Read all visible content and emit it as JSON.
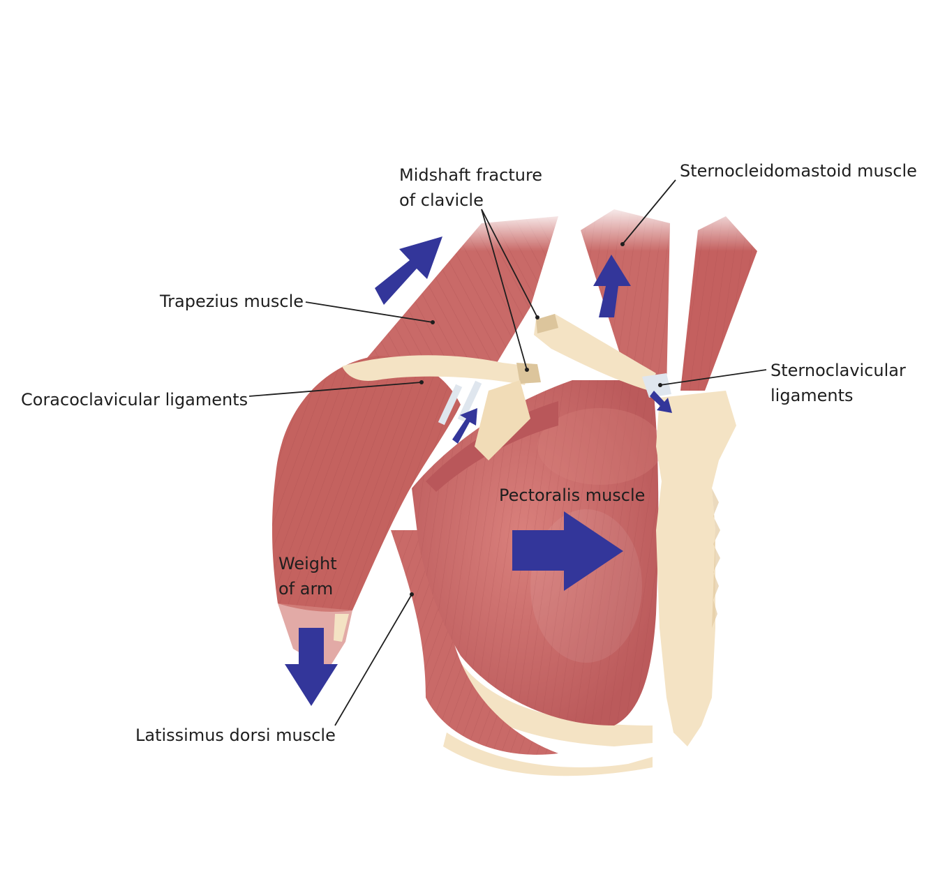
{
  "labels": {
    "midshaft_fracture": [
      "Midshaft fracture",
      "of clavicle"
    ],
    "sternocleidomastoid": "Sternocleidomastoid muscle",
    "trapezius": "Trapezius muscle",
    "coracoclavicular": "Coracoclavicular ligaments",
    "sternoclavicular": [
      "Sternoclavicular",
      "ligaments"
    ],
    "pectoralis": "Pectoralis muscle",
    "weight_of_arm": [
      "Weight",
      "of arm"
    ],
    "latissimus_dorsi": "Latissimus dorsi muscle"
  },
  "colors": {
    "muscle": "#c96a68",
    "muscle_dark": "#a9494b",
    "muscle_light": "#e3a09a",
    "bone": "#f4e3c4",
    "bone_shade": "#dcc59c",
    "ligament": "#dfe6ee",
    "arrow": "#33369a",
    "leader_line": "#1e1e1e"
  },
  "icons": [
    "force-arrow-icon"
  ]
}
